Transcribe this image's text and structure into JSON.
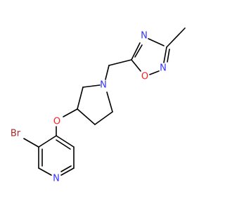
{
  "molecule": {
    "atoms": {
      "n_ring_top": {
        "label": "N",
        "color": "#3333ff"
      },
      "o_ring": {
        "label": "O",
        "color": "#ff2020"
      },
      "n_ring_bottom": {
        "label": "N",
        "color": "#3333ff"
      },
      "n_pyrrolidine": {
        "label": "N",
        "color": "#3333ff"
      },
      "o_ether": {
        "label": "O",
        "color": "#ff2020"
      },
      "br": {
        "label": "Br",
        "color": "#a52a2a"
      },
      "n_pyridine": {
        "label": "N",
        "color": "#3333ff"
      }
    }
  }
}
